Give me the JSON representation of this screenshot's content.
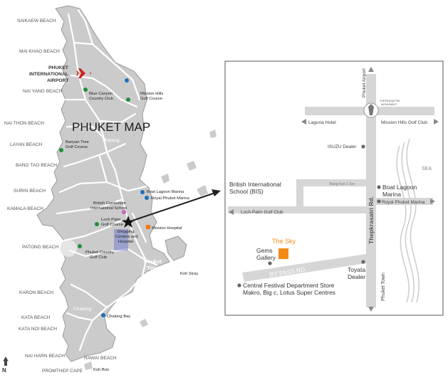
{
  "main_map": {
    "title": "PHUKET MAP",
    "north_label": "N",
    "beaches": [
      "SAIKAEW BEACH",
      "MAI KHAO BEACH",
      "NAI YANG BEACH",
      "NAI THON BEACH",
      "LAYAN BEACH",
      "BANG TAO BEACH",
      "SURIN BEACH",
      "KAMALA BEACH",
      "PATONG BEACH",
      "KARON BEACH",
      "KATA BEACH",
      "KATA NOI BEACH",
      "NAI HARN BEACH",
      "PROMTHEP CAPE",
      "RAWAI BEACH"
    ],
    "airport": [
      "PHUKET",
      "INTERNATIONAL",
      "AIRPORT"
    ],
    "places": {
      "blue_canyon": [
        "Blue Canyon",
        "Country Club"
      ],
      "mission_hills": [
        "Mission Hills",
        "Golf Course"
      ],
      "banyan_tree": [
        "Banyan Tree",
        "Golf Course"
      ],
      "thalang": "Thalang",
      "boat_lagoon": "Boat Lagoon Marina",
      "royal_phuket": "Royal Phuket Marina",
      "british_curriculum": [
        "British Curriculum",
        "International School"
      ],
      "loch_palm": [
        "Loch Palm",
        "Golf Course"
      ],
      "shopping": [
        "Shopping",
        "Centres and",
        "Hospital"
      ],
      "mission_hospital": "Mission Hospital",
      "phuket_country": [
        "Phuket Country",
        "Golf Club"
      ],
      "phuket_town": [
        "Phuket",
        "Town"
      ],
      "koh_siray": "Koh Siray",
      "chalong": "Chalong",
      "chalong_bay": "Chalong Bay",
      "koh_bon": "Koh Bon"
    }
  },
  "inset_map": {
    "roads": {
      "phuket_airport": "Phuket Airport",
      "monument": [
        "THEPKASATTRI",
        "MONUMENT"
      ],
      "laguna_hotel": "Laguna Hotel",
      "mission_hills_golf": "Mission Hills Golf Club",
      "isuzu_dealer": "ISUZU Dealer",
      "bangkoo_soi": "Bang Koo 1 Soi",
      "thepkrasatri_rd": "Thepkrasatri Rd.",
      "bypass_rd": "BY PASS RD.",
      "phuket_town": "Phuket Town",
      "loch_palm_golf": "Loch Palm Golf Club",
      "royal_phuket_marina": "Royal Phuket Marina"
    },
    "places": {
      "sea": "SEA",
      "british_school": [
        "British International",
        "School (BIS)"
      ],
      "boat_lagoon": [
        "Boat Lagoon",
        "Marina"
      ],
      "the_sky": "The Sky",
      "gems_gallery": [
        "Gems",
        "Gallery"
      ],
      "toyota_dealer": [
        "Toyata",
        "Dealer"
      ],
      "central_festival": [
        "Central Festival Department Store",
        "Makro, Big c, Lotus Super Centres"
      ]
    }
  },
  "colors": {
    "island": "#cbcbcb",
    "road": "#ffffff",
    "golf_marker": "#1e8f3c",
    "marina_marker": "#1f6fb8",
    "school_marker": "#c06cc0",
    "hospital_marker": "#ef7a1a",
    "airport_icon": "#cc2222",
    "sky_marker": "#f28a14",
    "inset_road": "#d6d6d6",
    "inset_frame": "#555555"
  }
}
